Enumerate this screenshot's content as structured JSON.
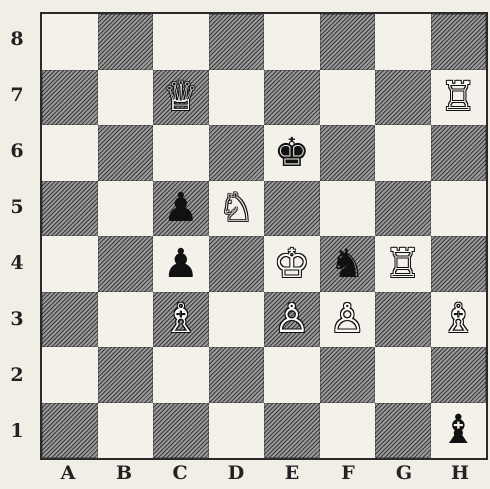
{
  "files": [
    "A",
    "B",
    "C",
    "D",
    "E",
    "F",
    "G",
    "H"
  ],
  "ranks": [
    "8",
    "7",
    "6",
    "5",
    "4",
    "3",
    "2",
    "1"
  ],
  "colors": {
    "light_square": "#f4f1ea",
    "dark_square": "#6f6f6f",
    "ink": "#111111"
  },
  "pieces": [
    {
      "square": "c7",
      "type": "queen",
      "color": "white",
      "glyph": "♕"
    },
    {
      "square": "h7",
      "type": "rook",
      "color": "white",
      "glyph": "♖"
    },
    {
      "square": "e6",
      "type": "king",
      "color": "black",
      "glyph": "♚"
    },
    {
      "square": "c5",
      "type": "pawn",
      "color": "black",
      "glyph": "♟"
    },
    {
      "square": "d5",
      "type": "knight",
      "color": "white",
      "glyph": "♘"
    },
    {
      "square": "c4",
      "type": "pawn",
      "color": "black",
      "glyph": "♟"
    },
    {
      "square": "e4",
      "type": "king",
      "color": "white",
      "glyph": "♔"
    },
    {
      "square": "f4",
      "type": "knight",
      "color": "black",
      "glyph": "♞"
    },
    {
      "square": "g4",
      "type": "rook",
      "color": "white",
      "glyph": "♖"
    },
    {
      "square": "c3",
      "type": "bishop",
      "color": "white",
      "glyph": "♗"
    },
    {
      "square": "e3",
      "type": "pawn",
      "color": "white",
      "glyph": "♙"
    },
    {
      "square": "f3",
      "type": "pawn",
      "color": "white",
      "glyph": "♙"
    },
    {
      "square": "h3",
      "type": "bishop",
      "color": "white",
      "glyph": "♗"
    },
    {
      "square": "h1",
      "type": "bishop",
      "color": "black",
      "glyph": "♝"
    }
  ]
}
